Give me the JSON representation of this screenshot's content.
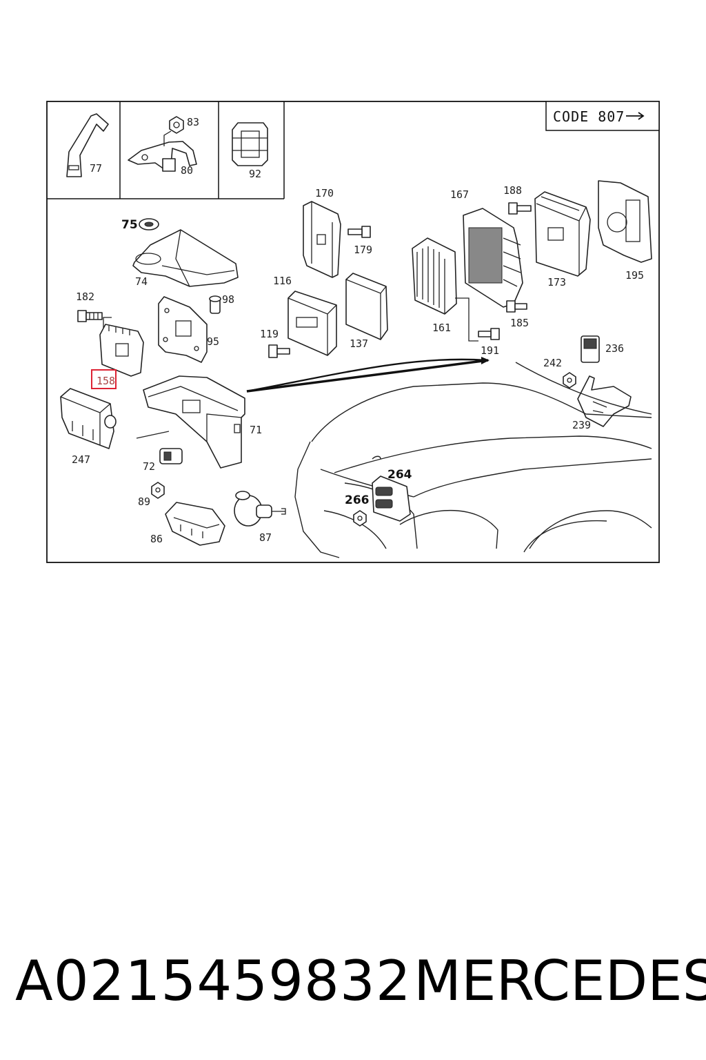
{
  "code_box": {
    "label": "CODE 807"
  },
  "callouts": {
    "c77": "77",
    "c83": "83",
    "c80": "80",
    "c92": "92",
    "c75": "75",
    "c74": "74",
    "c182": "182",
    "c158": "158",
    "c98": "98",
    "c95": "95",
    "c71": "71",
    "c72": "72",
    "c247": "247",
    "c89": "89",
    "c86": "86",
    "c87": "87",
    "c170": "170",
    "c179": "179",
    "c116": "116",
    "c119": "119",
    "c137": "137",
    "c167": "167",
    "c161": "161",
    "c188": "188",
    "c173": "173",
    "c185": "185",
    "c191": "191",
    "c195": "195",
    "c236": "236",
    "c242": "242",
    "c239": "239",
    "c264": "264",
    "c266": "266"
  },
  "highlighted_part": "158",
  "caption": {
    "part_number": "A0215459832",
    "brand": "MERCEDES"
  }
}
